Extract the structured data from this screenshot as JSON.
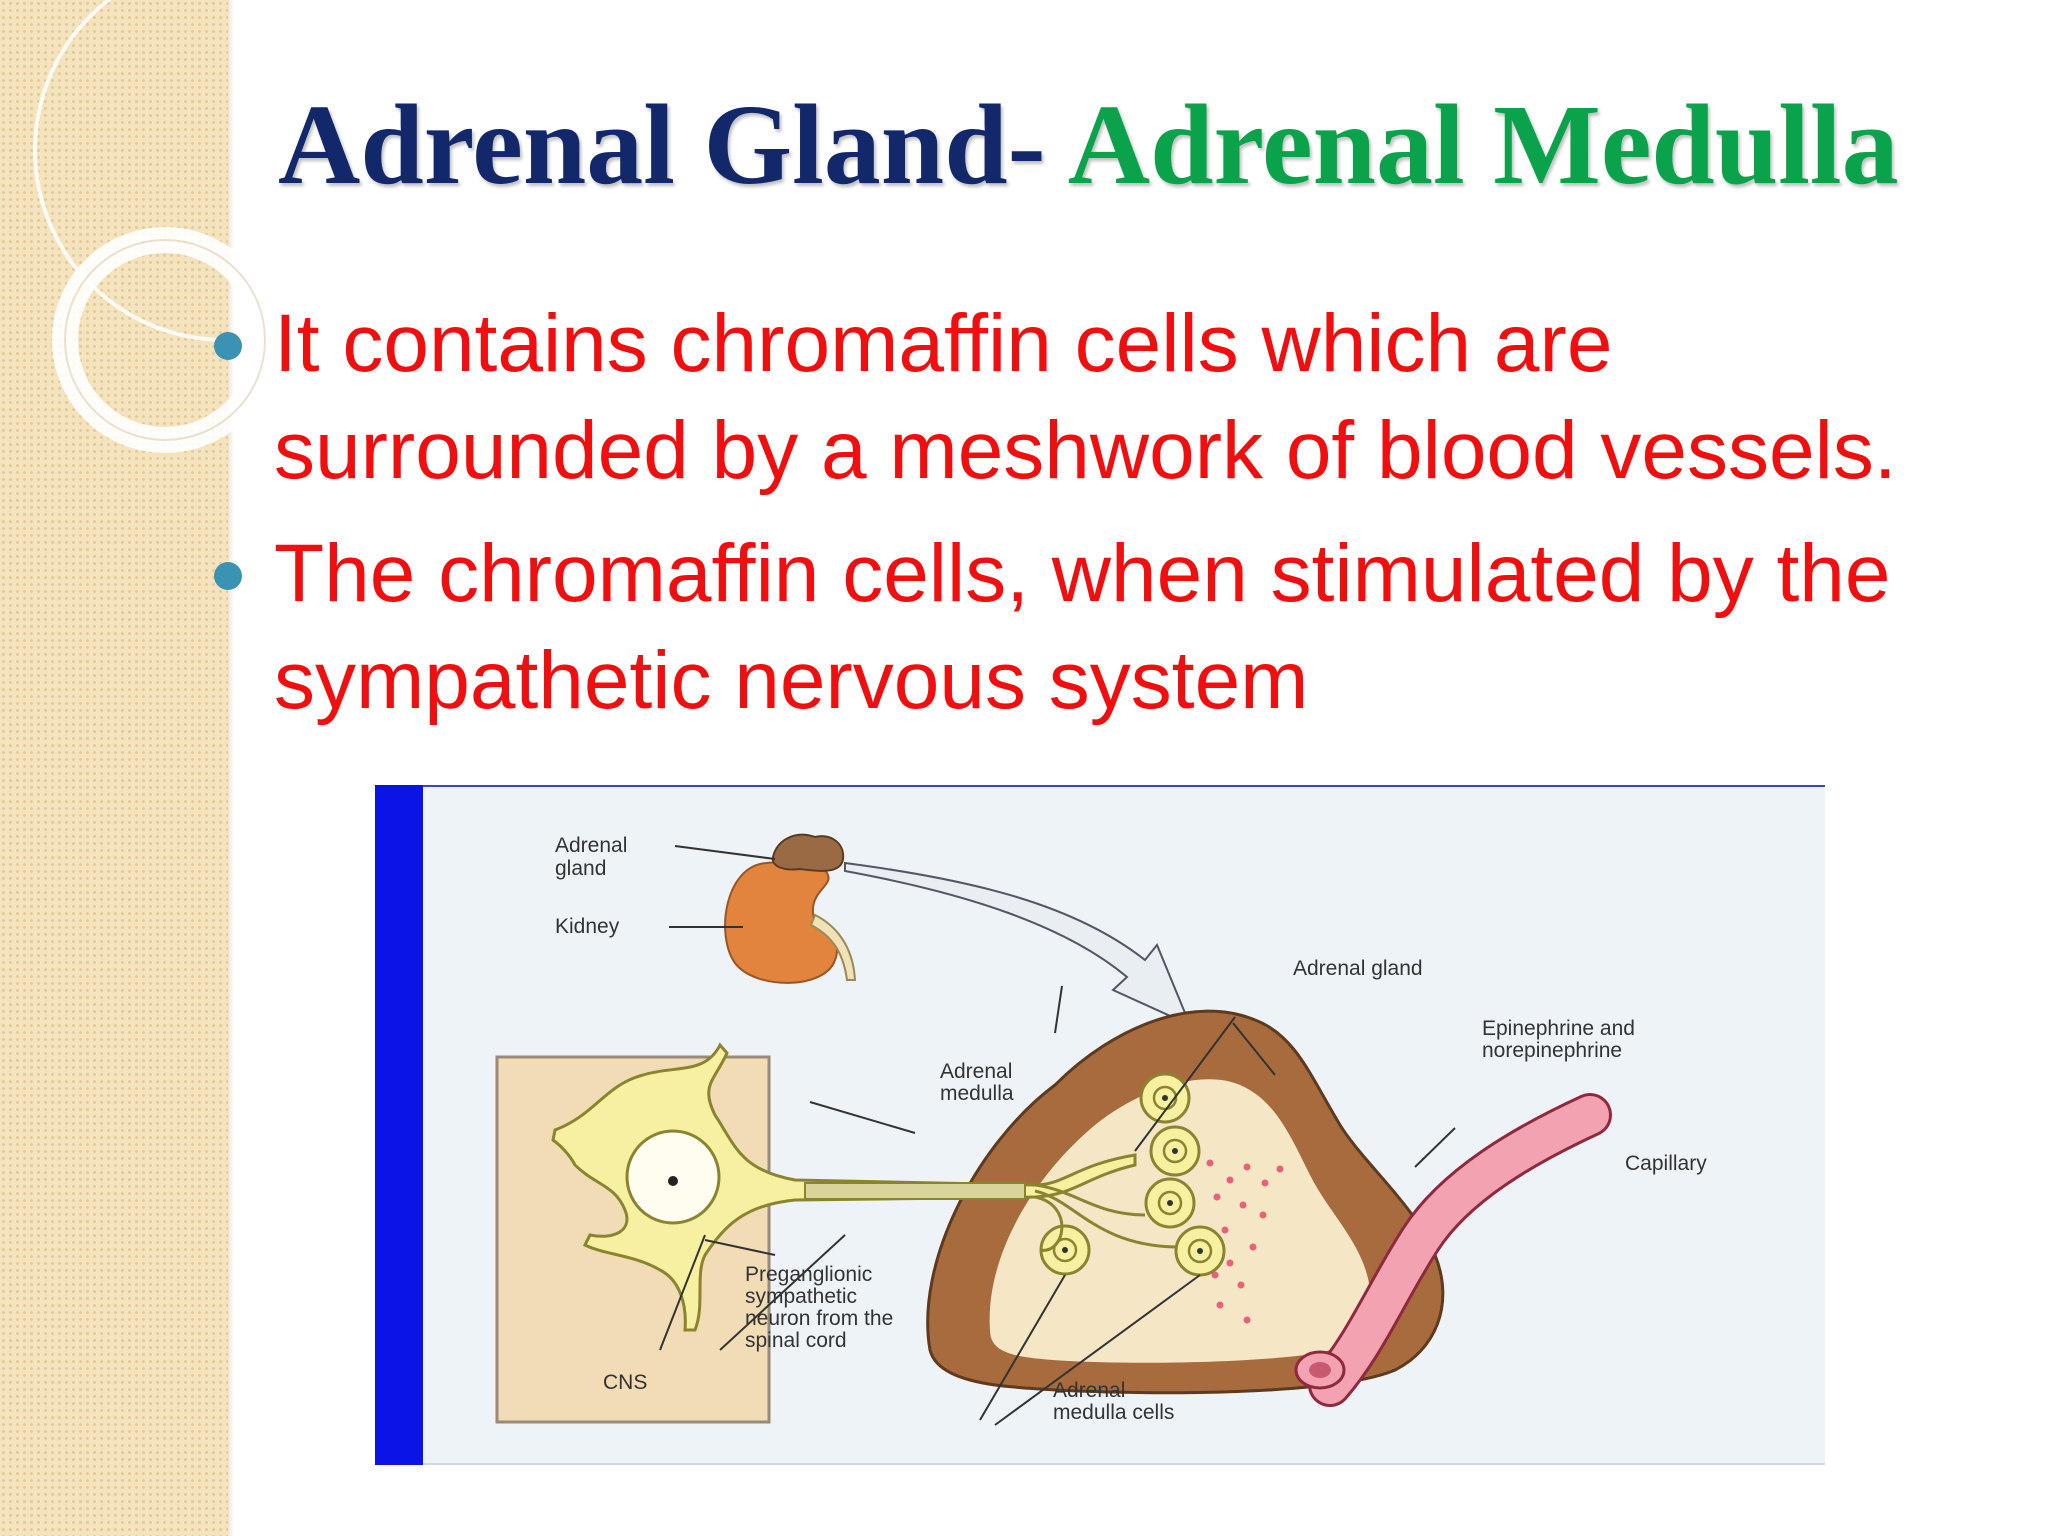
{
  "slide": {
    "title_part1": "Adrenal Gland-",
    "title_part2": "Adrenal Medulla",
    "bullets": [
      "It contains chromaffin cells which are surrounded by a meshwork of blood vessels.",
      "The chromaffin cells, when stimulated by the sympathetic nervous system"
    ]
  },
  "diagram": {
    "labels": {
      "adrenal_gland_small": [
        "Adrenal",
        "gland"
      ],
      "kidney": "Kidney",
      "adrenal_gland": "Adrenal gland",
      "epinephrine": [
        "Epinephrine and",
        "norepinephrine"
      ],
      "adrenal_medulla": [
        "Adrenal",
        "medulla"
      ],
      "capillary": "Capillary",
      "preganglionic": [
        "Preganglionic",
        "sympathetic",
        "neuron from the",
        "spinal cord"
      ],
      "cns": "CNS",
      "medulla_cells": [
        "Adrenal",
        "medulla cells"
      ]
    }
  },
  "colors": {
    "title_dark": "#13286a",
    "title_green": "#0aa34b",
    "bullet_text": "#f10e0e",
    "bullet_dot": "#3a93b3",
    "frame_bar": "#0a14e6"
  }
}
